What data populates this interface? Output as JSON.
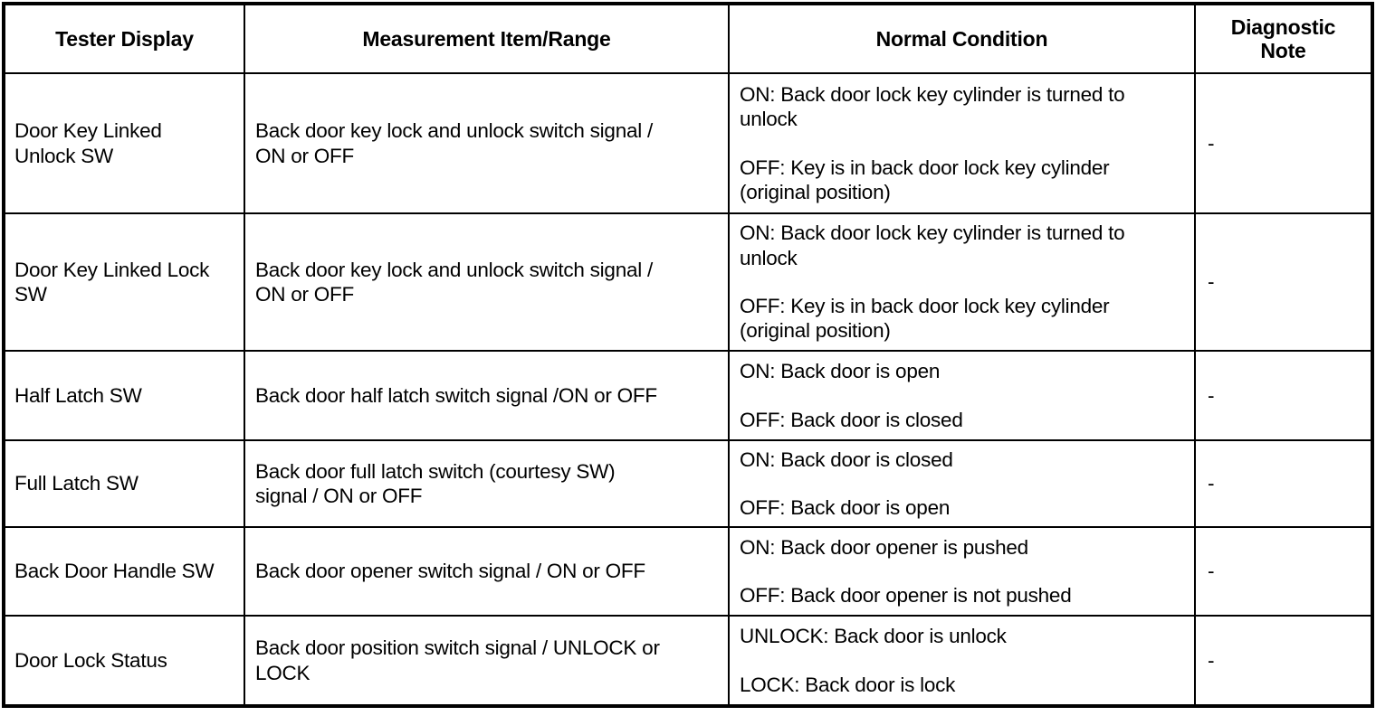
{
  "table": {
    "headers": [
      "Tester Display",
      "Measurement Item/Range",
      "Diagnostic",
      "Note"
    ],
    "header_labels": {
      "tester_display": "Tester Display",
      "measurement_item_range": "Measurement Item/Range",
      "normal_condition": "Normal Condition",
      "diagnostic_note_line1": "Diagnostic",
      "diagnostic_note_line2": "Note"
    },
    "rows": [
      {
        "tester_display_line1": "Door Key Linked",
        "tester_display_line2": "Unlock SW",
        "measurement_line1": "Back door key lock and unlock switch signal /",
        "measurement_line2": "ON or OFF",
        "normal_on_line1": "ON: Back door lock key cylinder is turned to",
        "normal_on_line2": "unlock",
        "normal_off_line1": "OFF: Key is in back door lock key cylinder",
        "normal_off_line2": "(original position)",
        "diagnostic_note": "-"
      },
      {
        "tester_display_line1": "Door Key Linked Lock",
        "tester_display_line2": "SW",
        "measurement_line1": "Back door key lock and unlock switch signal /",
        "measurement_line2": "ON or OFF",
        "normal_on_line1": "ON: Back door lock key cylinder is turned to",
        "normal_on_line2": "unlock",
        "normal_off_line1": "OFF: Key is in back door lock key cylinder",
        "normal_off_line2": "(original position)",
        "diagnostic_note": "-"
      },
      {
        "tester_display_line1": "Half Latch SW",
        "tester_display_line2": "",
        "measurement_line1": "Back door half latch switch signal /ON or OFF",
        "measurement_line2": "",
        "normal_on_line1": "ON: Back door is open",
        "normal_on_line2": "",
        "normal_off_line1": "OFF: Back door is closed",
        "normal_off_line2": "",
        "diagnostic_note": "-"
      },
      {
        "tester_display_line1": "Full Latch SW",
        "tester_display_line2": "",
        "measurement_line1": "Back door full latch switch (courtesy SW)",
        "measurement_line2": "signal / ON or OFF",
        "normal_on_line1": "ON: Back door is closed",
        "normal_on_line2": "",
        "normal_off_line1": "OFF: Back door is open",
        "normal_off_line2": "",
        "diagnostic_note": "-"
      },
      {
        "tester_display_line1": "Back Door Handle SW",
        "tester_display_line2": "",
        "measurement_line1": "Back door opener switch signal / ON or OFF",
        "measurement_line2": "",
        "normal_on_line1": "ON: Back door opener is pushed",
        "normal_on_line2": "",
        "normal_off_line1": "OFF: Back door opener is not pushed",
        "normal_off_line2": "",
        "diagnostic_note": "-"
      },
      {
        "tester_display_line1": "Door Lock Status",
        "tester_display_line2": "",
        "measurement_line1": "Back door position switch signal / UNLOCK or",
        "measurement_line2": "LOCK",
        "normal_on_line1": "UNLOCK: Back door is unlock",
        "normal_on_line2": "",
        "normal_off_line1": "LOCK: Back door is lock",
        "normal_off_line2": "",
        "diagnostic_note": "-"
      }
    ]
  },
  "colors": {
    "border": "#000000",
    "text": "#000000",
    "background": "#ffffff"
  }
}
